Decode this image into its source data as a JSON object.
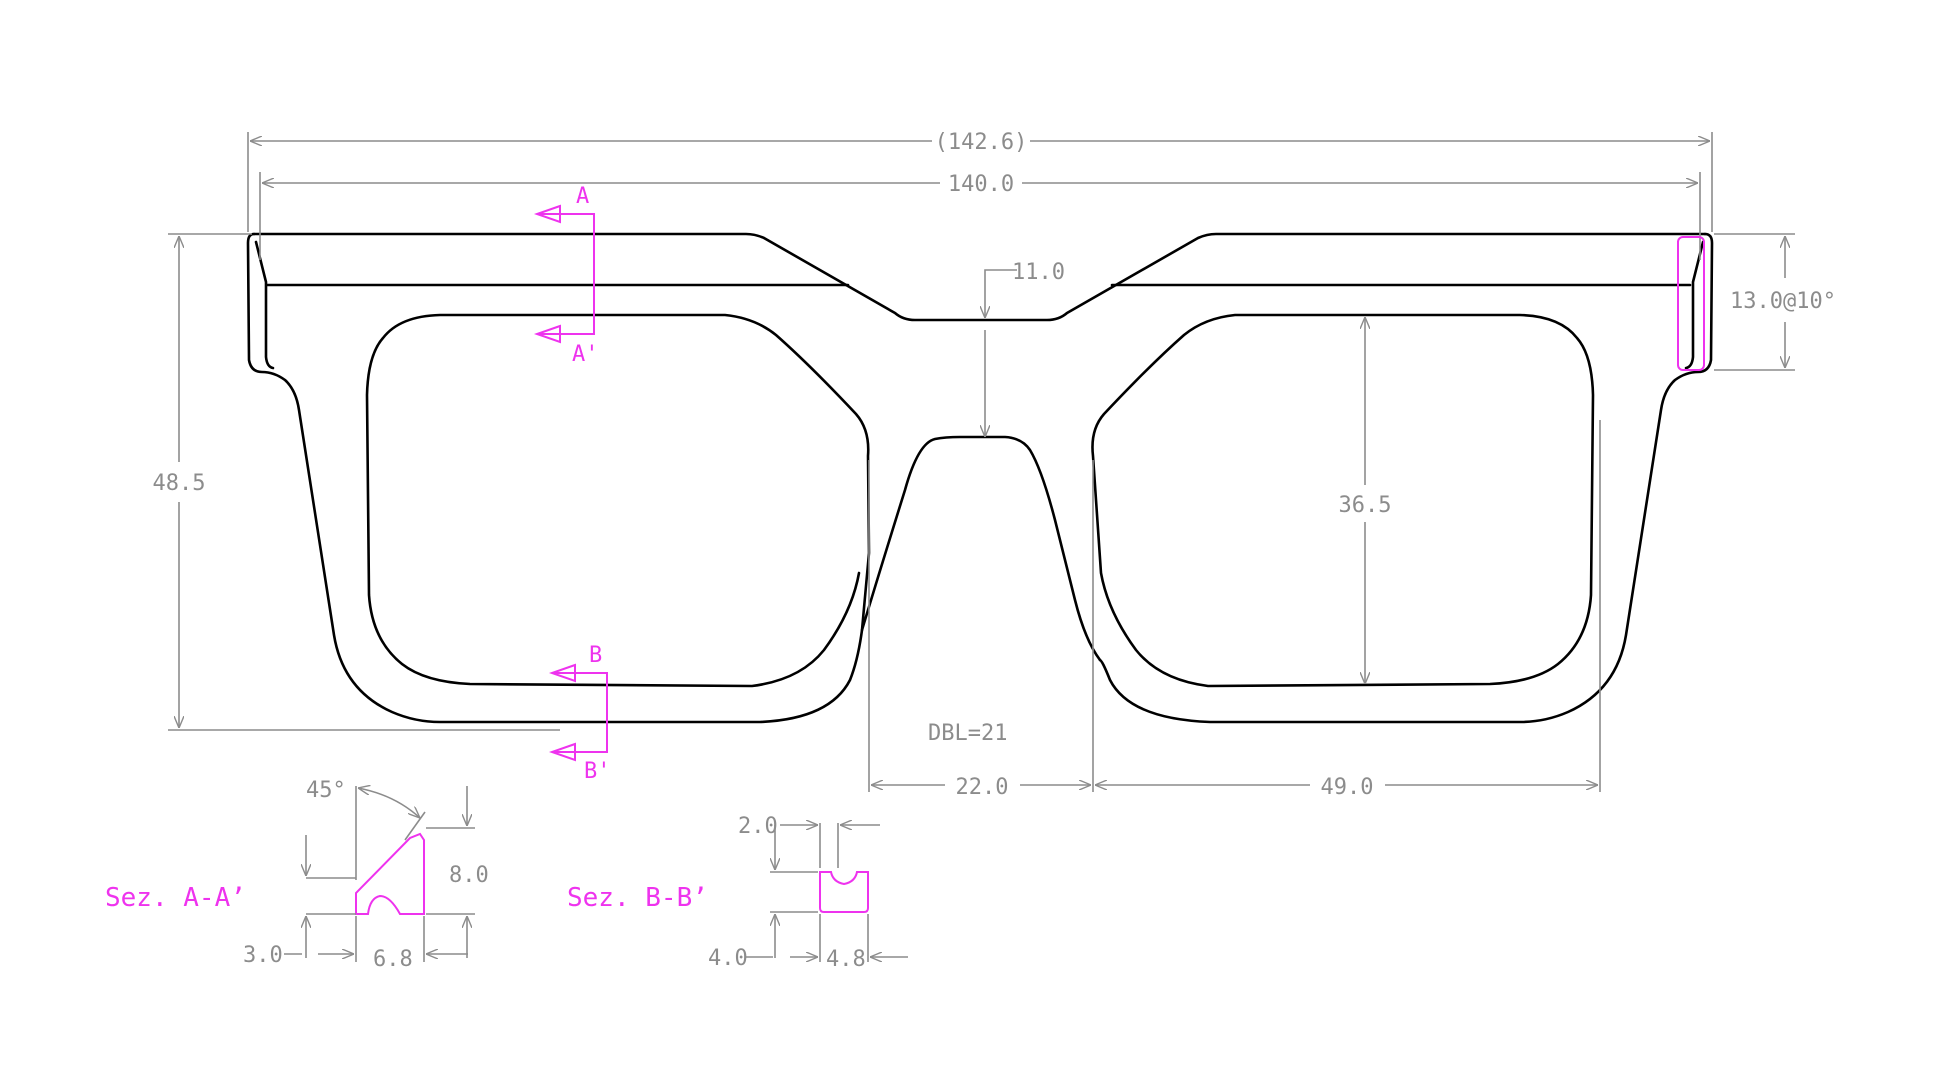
{
  "dimensions": {
    "overall_width": "(142.6)",
    "frame_width": "140.0",
    "frame_height": "48.5",
    "bridge_height": "11.0",
    "lens_height": "36.5",
    "end_piece": "13.0@10°",
    "dbl": "DBL=21",
    "bridge_width": "22.0",
    "lens_width": "49.0"
  },
  "section_markers": {
    "a": "A",
    "a_prime": "A'",
    "b": "B",
    "b_prime": "B'"
  },
  "section_aa": {
    "title": "Sez. A-A’",
    "angle": "45°",
    "height": "8.0",
    "base": "3.0",
    "width": "6.8"
  },
  "section_bb": {
    "title": "Sez. B-B’",
    "top": "2.0",
    "base": "4.0",
    "width": "4.8"
  },
  "colors": {
    "outline": "#000000",
    "dimension": "#8c8c8c",
    "section": "#ee33ee"
  }
}
